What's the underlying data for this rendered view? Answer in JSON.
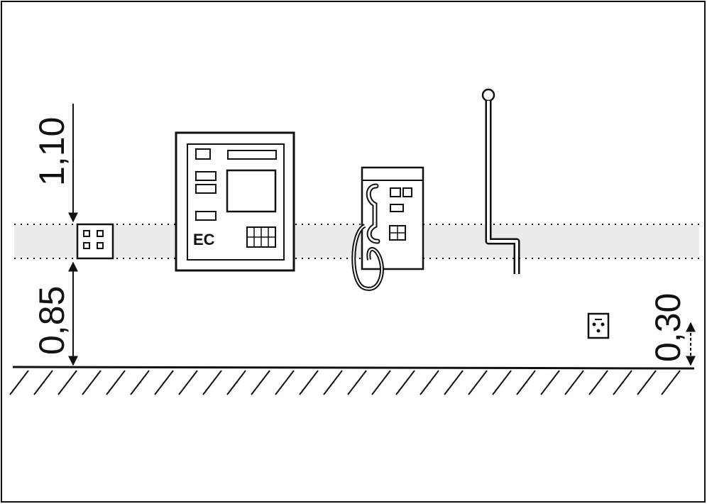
{
  "dimensions": {
    "upper": "1,10",
    "lower": "0,85",
    "socket": "0,30"
  },
  "atm": {
    "card_logo": "EC"
  },
  "colors": {
    "ink": "#111111",
    "band": "#ececec",
    "background": "#ffffff"
  },
  "icons": [
    "keypad-icon",
    "ec-card-logo-icon",
    "telephone-handset-icon",
    "grab-bar-icon",
    "socket-icon"
  ]
}
